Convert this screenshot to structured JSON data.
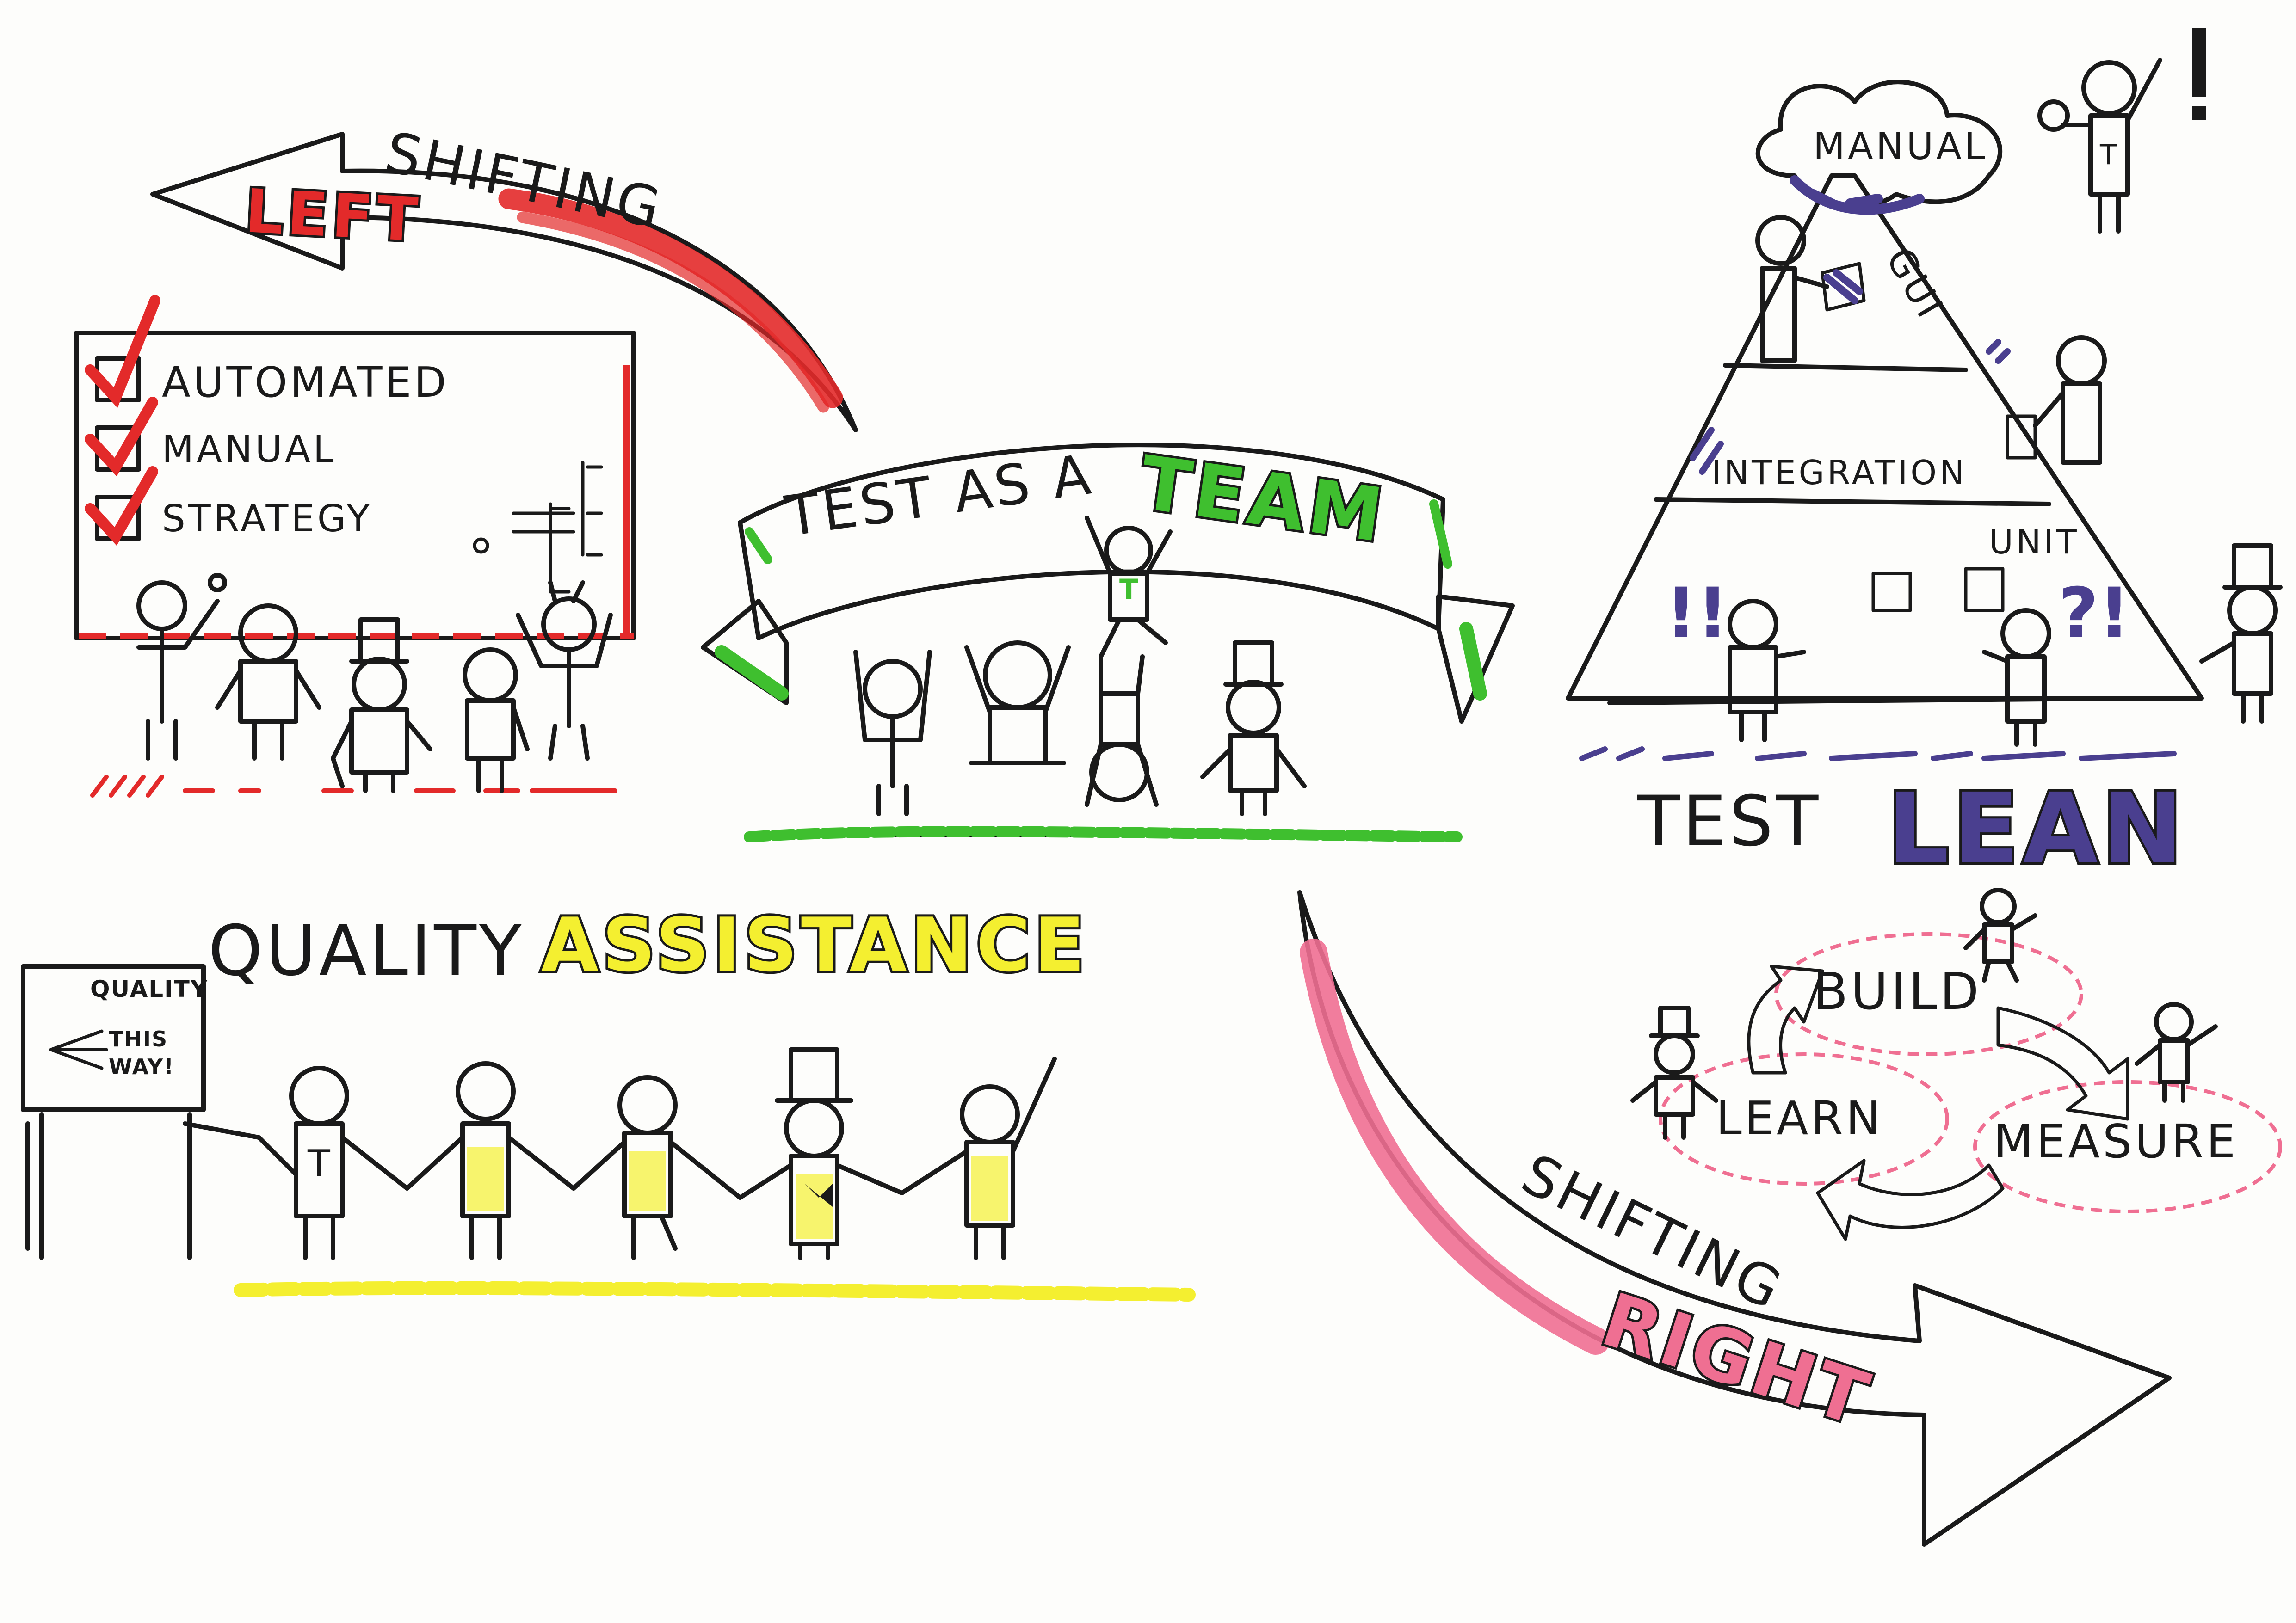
{
  "colors": {
    "ink": "#1a1a1a",
    "red": "#e32a2a",
    "green": "#3fbf2f",
    "blue": "#4a3f8f",
    "yellow": "#f4ef30",
    "pink": "#ef6f92",
    "paper": "#fdfdfb"
  },
  "shift_left": {
    "word": "SHIFTING",
    "accent": "LEFT",
    "checklist": [
      "AUTOMATED",
      "MANUAL",
      "STRATEGY"
    ]
  },
  "team": {
    "prefix": "TEST AS A",
    "accent": "TEAM",
    "shirt_letter": "T"
  },
  "lean": {
    "prefix": "TEST",
    "accent": "LEAN",
    "pyramid_levels": [
      "MANUAL",
      "GUI",
      "INTEGRATION",
      "UNIT"
    ],
    "marks": [
      "!!",
      "?!",
      "!"
    ],
    "shirt_letter": "T"
  },
  "assistance": {
    "prefix": "QUALITY",
    "accent": "ASSISTANCE",
    "sign_lines": [
      "QUALITY",
      "THIS",
      "WAY!"
    ],
    "shirt_letter": "T"
  },
  "shift_right": {
    "word": "SHIFTING",
    "accent": "RIGHT",
    "cycle": [
      "BUILD",
      "MEASURE",
      "LEARN"
    ]
  }
}
